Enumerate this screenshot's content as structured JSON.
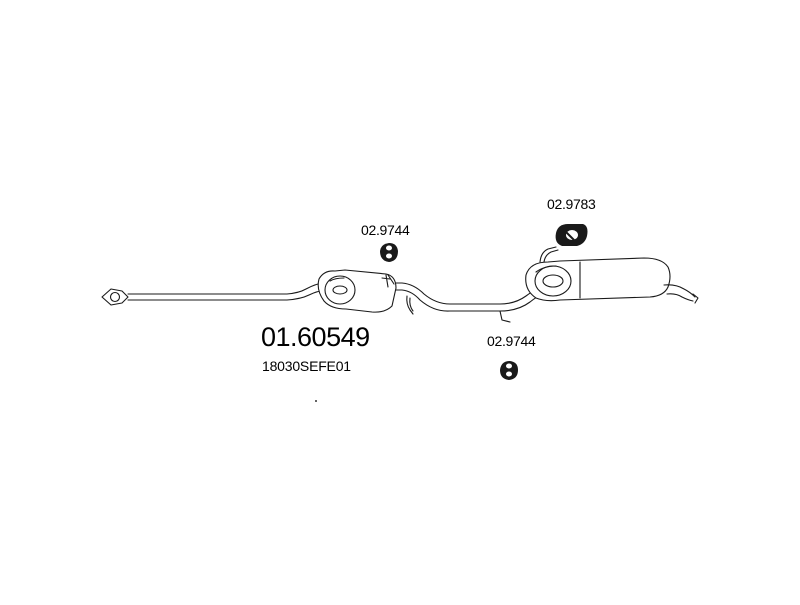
{
  "diagram": {
    "main_part_number": "01.60549",
    "oem_reference": "18030SEFE01",
    "components": [
      {
        "id": "front-pipe",
        "type": "pipe"
      },
      {
        "id": "middle-silencer",
        "type": "silencer"
      },
      {
        "id": "rear-silencer",
        "type": "silencer"
      }
    ],
    "accessories": [
      {
        "part_number": "02.9744",
        "type": "rubber-mount"
      },
      {
        "part_number": "02.9783",
        "type": "rubber-mount"
      },
      {
        "part_number": "02.9744",
        "type": "rubber-mount"
      }
    ]
  }
}
